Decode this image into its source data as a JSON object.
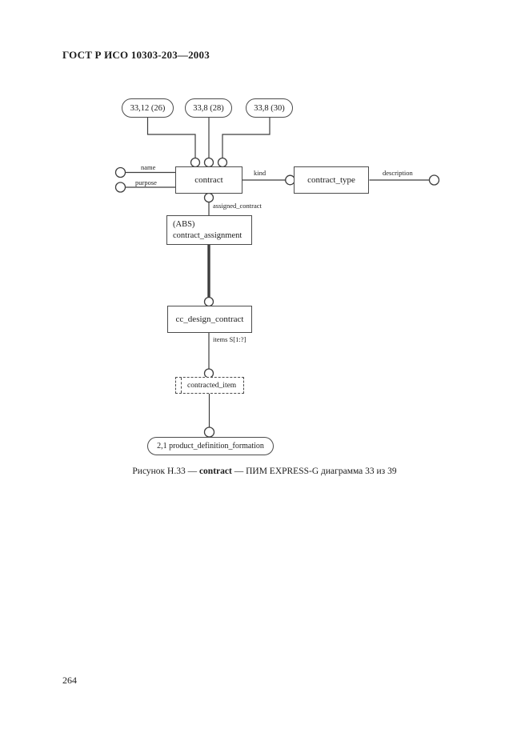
{
  "document": {
    "header": "ГОСТ Р ИСО 10303-203—2003",
    "page_number": "264",
    "caption_prefix": "Рисунок Н.33 — ",
    "caption_bold": "contract",
    "caption_suffix": " — ПИМ EXPRESS-G диаграмма 33 из 39"
  },
  "diagram": {
    "type": "EXPRESS-G",
    "page_refs": [
      "33,12 (26)",
      "33,8 (28)",
      "33,8 (30)"
    ],
    "boxes": {
      "contract": "contract",
      "contract_type": "contract_type",
      "abs_marker": "(ABS)",
      "contract_assignment": "contract_assignment",
      "cc_design_contract": "cc_design_contract",
      "contracted_item": "contracted_item"
    },
    "oval_bottom": "2,1 product_definition_formation",
    "labels": {
      "name": "name",
      "purpose": "purpose",
      "kind": "kind",
      "description": "description",
      "assigned_contract": "assigned_contract",
      "items": "items S[1:?]"
    }
  }
}
